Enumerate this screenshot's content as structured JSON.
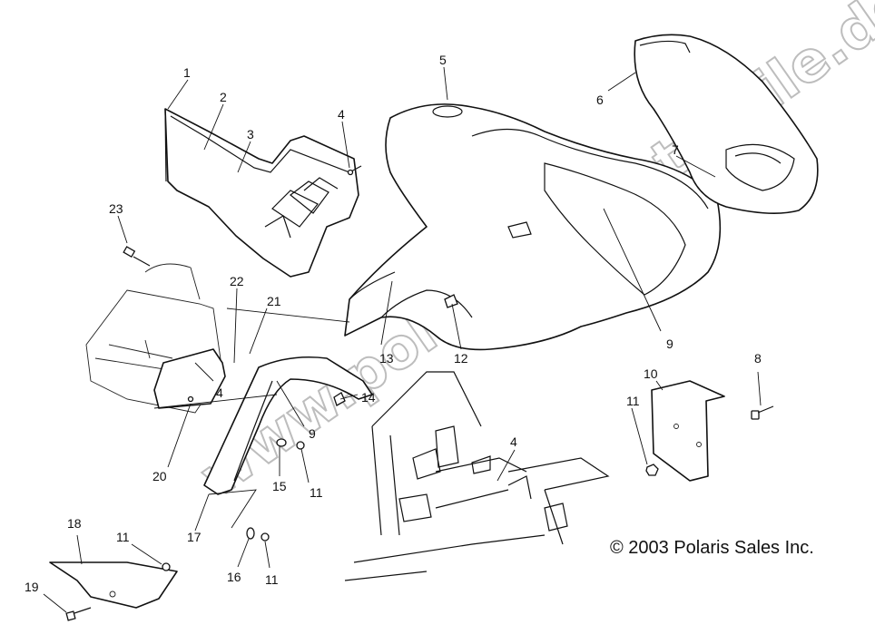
{
  "callouts": [
    {
      "id": "c1",
      "label": "1"
    },
    {
      "id": "c2",
      "label": "2"
    },
    {
      "id": "c3",
      "label": "3"
    },
    {
      "id": "c4a",
      "label": "4"
    },
    {
      "id": "c5",
      "label": "5"
    },
    {
      "id": "c6",
      "label": "6"
    },
    {
      "id": "c7",
      "label": "7"
    },
    {
      "id": "c23",
      "label": "23"
    },
    {
      "id": "c22",
      "label": "22"
    },
    {
      "id": "c21",
      "label": "21"
    },
    {
      "id": "c13",
      "label": "13"
    },
    {
      "id": "c12",
      "label": "12"
    },
    {
      "id": "c9a",
      "label": "9"
    },
    {
      "id": "c8",
      "label": "8"
    },
    {
      "id": "c10",
      "label": "10"
    },
    {
      "id": "c11a",
      "label": "11"
    },
    {
      "id": "c4b",
      "label": "4"
    },
    {
      "id": "c9b",
      "label": "9"
    },
    {
      "id": "c14",
      "label": "14"
    },
    {
      "id": "c20",
      "label": "20"
    },
    {
      "id": "c15",
      "label": "15"
    },
    {
      "id": "c11b",
      "label": "11"
    },
    {
      "id": "c4c",
      "label": "4"
    },
    {
      "id": "c17",
      "label": "17"
    },
    {
      "id": "c18",
      "label": "18"
    },
    {
      "id": "c11c",
      "label": "11"
    },
    {
      "id": "c19",
      "label": "19"
    },
    {
      "id": "c16",
      "label": "16"
    },
    {
      "id": "c11d",
      "label": "11"
    }
  ],
  "copyright": "© 2003 Polaris Sales Inc.",
  "watermark": "www.polaris-ersatzteile.de",
  "colors": {
    "ink": "#111111",
    "paper": "#ffffff",
    "watermark": "#bdbdbd"
  }
}
